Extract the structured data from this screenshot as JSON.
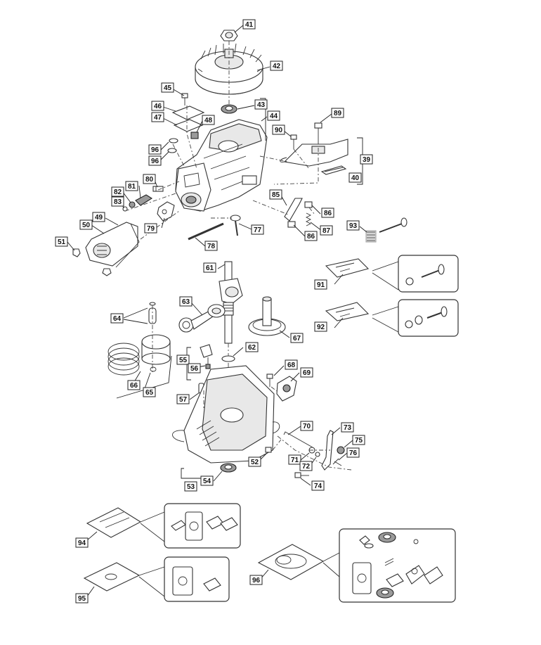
{
  "diagram": {
    "callouts": [
      "41",
      "42",
      "43",
      "44",
      "45",
      "46",
      "47",
      "48",
      "89",
      "90",
      "39",
      "40",
      "96",
      "96",
      "80",
      "81",
      "82",
      "83",
      "49",
      "50",
      "51",
      "79",
      "85",
      "86",
      "86",
      "87",
      "77",
      "78",
      "93",
      "61",
      "91",
      "92",
      "63",
      "64",
      "67",
      "62",
      "55",
      "56",
      "66",
      "65",
      "57",
      "68",
      "69",
      "70",
      "73",
      "75",
      "76",
      "71",
      "72",
      "52",
      "53",
      "54",
      "74",
      "94",
      "95",
      "96"
    ]
  }
}
